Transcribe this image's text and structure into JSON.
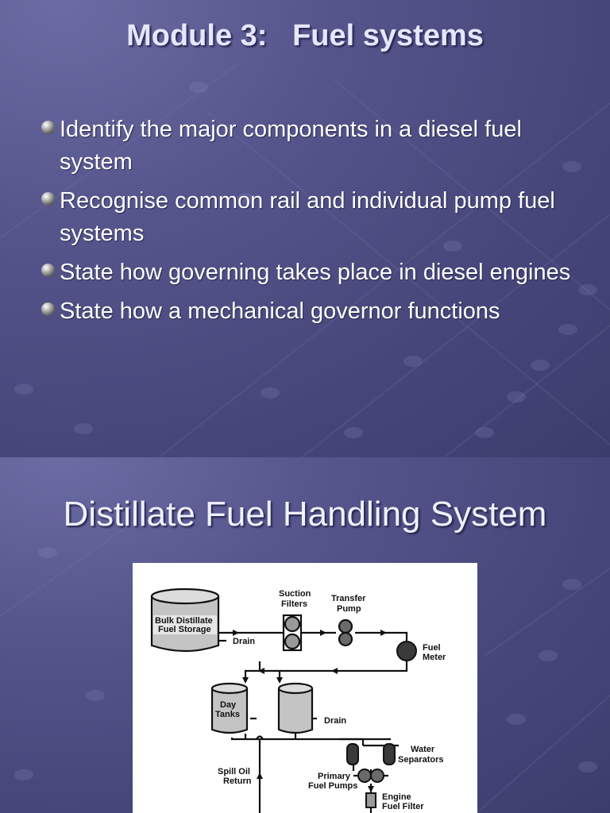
{
  "slide1": {
    "title": "Module 3:   Fuel systems",
    "bullets": [
      "Identify the major components in a diesel fuel system",
      "Recognise common rail and individual pump fuel systems",
      "State how governing takes place in diesel engines",
      "State how a mechanical governor functions"
    ]
  },
  "slide2": {
    "title": "Distillate Fuel Handling System",
    "diagram_labels": {
      "storage_1": "Bulk Distillate",
      "storage_2": "Fuel Storage",
      "drain_1": "Drain",
      "suction_1": "Suction",
      "suction_2": "Filters",
      "transfer_1": "Transfer",
      "transfer_2": "Pump",
      "meter_1": "Fuel",
      "meter_2": "Meter",
      "day_1": "Day",
      "day_2": "Tanks",
      "drain_2": "Drain",
      "water_1": "Water",
      "water_2": "Separators",
      "spill_1": "Spill Oil",
      "spill_2": "Return",
      "primary_1": "Primary",
      "primary_2": "Fuel Pumps",
      "filter_1": "Engine",
      "filter_2": "Fuel Filter"
    }
  }
}
